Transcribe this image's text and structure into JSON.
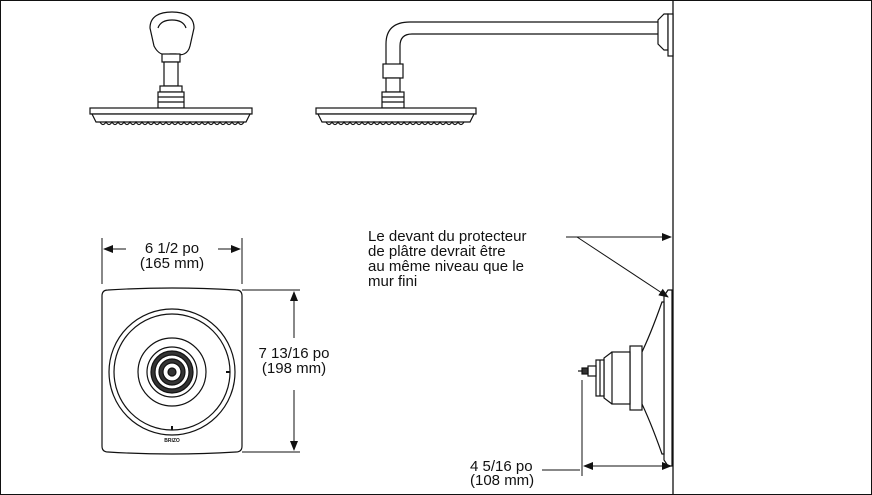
{
  "dimensions": {
    "width_label": "6 1/2 po",
    "width_metric": "(165 mm)",
    "height_label": "7 13/16 po",
    "height_metric": "(198 mm)",
    "depth_label": "4 5/16 po",
    "depth_metric": "(108 mm)"
  },
  "note": {
    "line1": "Le devant du protecteur",
    "line2": "de plâtre devrait être",
    "line3": "au même niveau que le",
    "line4": "mur fini"
  },
  "brand_mark": "BRIZO",
  "colors": {
    "line": "#111111",
    "background": "#ffffff"
  }
}
